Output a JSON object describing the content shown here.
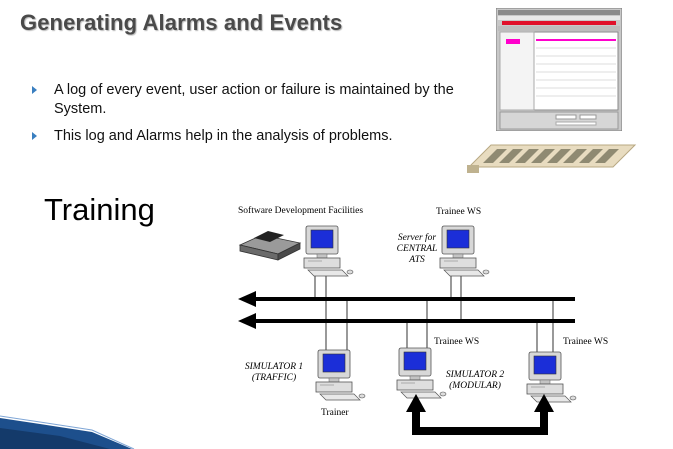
{
  "slide": {
    "title": "Generating Alarms and Events",
    "bullets": [
      "A log of every event, user action or failure is maintained by the System.",
      "This log and Alarms help in the analysis of problems."
    ],
    "section_heading": "Training"
  },
  "diagram": {
    "labels": {
      "software_dev": "Software Development Facilities",
      "trainee_ws_top": "Trainee WS",
      "server_central": "Server for CENTRAL ATS",
      "trainee_ws_mid": "Trainee WS",
      "trainee_ws_right": "Trainee WS",
      "simulator1": "SIMULATOR 1 (TRAFFIC)",
      "simulator2": "SIMULATOR 2 (MODULAR)",
      "trainer": "Trainer"
    }
  },
  "colors": {
    "title_text": "#4a4a4a",
    "bullet_marker": "#3a7fc0",
    "monitor_screen": "#1b2ed8",
    "computer_body": "#d4d4d4",
    "bus_line": "#000000",
    "alarm_highlight": "#ff00cc",
    "alarm_bar": "#e0102a",
    "corner_accent": "#1d4f8c"
  },
  "icons": [
    "bullet-arrow-icon",
    "computer-icon",
    "printer-icon",
    "arrow-left-icon",
    "arrow-up-icon"
  ]
}
